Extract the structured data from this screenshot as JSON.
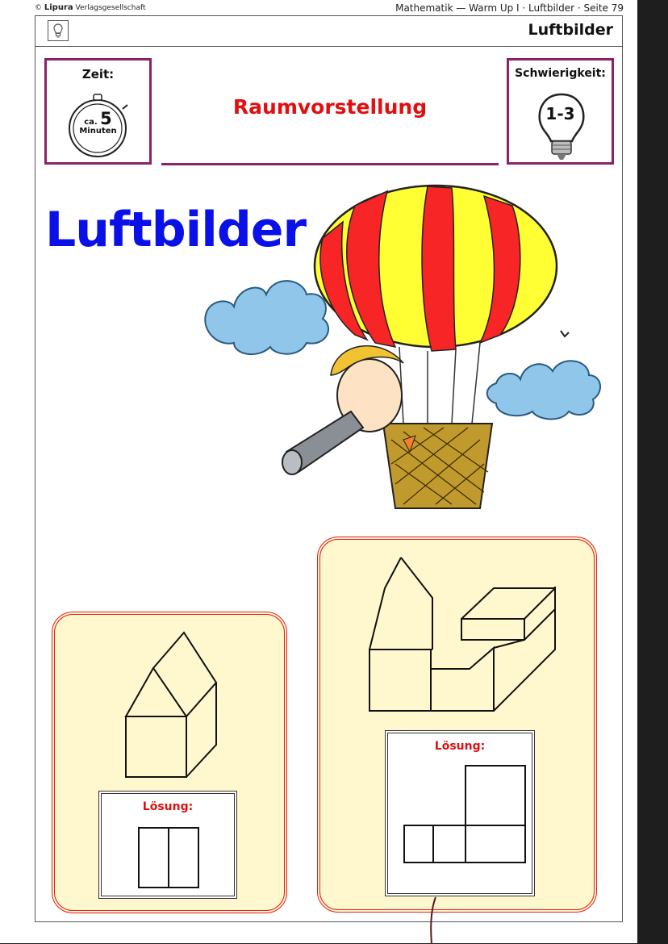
{
  "header": {
    "publisher": "Lipura",
    "publisher_suffix": "Verlagsgesellschaft",
    "copyright_symbol": "©",
    "breadcrumb": "Mathematik — Warm Up I · Luftbilder · Seite 79"
  },
  "titlebar": {
    "title": "Luftbilder",
    "icon": "bulb-outline-icon"
  },
  "time_box": {
    "label": "Zeit:",
    "prefix": "ca.",
    "value": "5",
    "unit": "Minuten"
  },
  "difficulty_box": {
    "label": "Schwierigkeit:",
    "value": "1-3"
  },
  "subject": "Raumvorstellung",
  "main_title": "Luftbilder",
  "cards": [
    {
      "solution_label": "Lösung:"
    },
    {
      "solution_label": "Lösung:"
    }
  ],
  "colors": {
    "accent_frame": "#8e1f6b",
    "title_blue": "#0a10e8",
    "subject_red": "#e01010",
    "card_fill": "#fff8cf",
    "card_border": "#e21b1b"
  }
}
